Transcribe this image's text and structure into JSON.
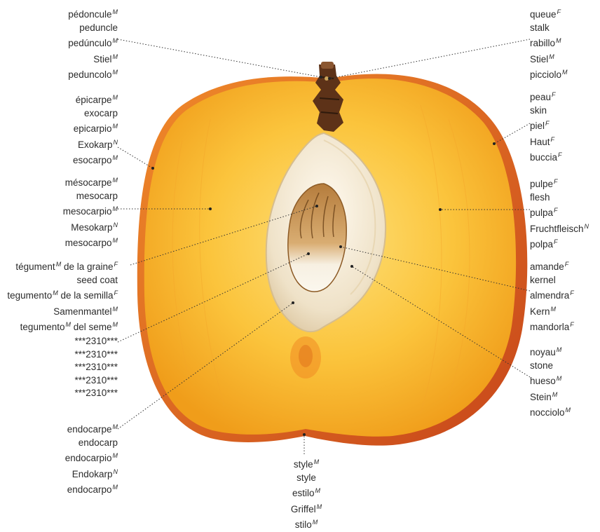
{
  "labels": [
    {
      "id": "peduncle",
      "side": "right",
      "terms": [
        {
          "w": "pédoncule",
          "g": "M"
        },
        {
          "w": "peduncle",
          "g": ""
        },
        {
          "w": "pedúnculo",
          "g": "M"
        },
        {
          "w": "Stiel",
          "g": "M"
        },
        {
          "w": "peduncolo",
          "g": "M"
        }
      ]
    },
    {
      "id": "exocarp",
      "side": "right",
      "terms": [
        {
          "w": "épicarpe",
          "g": "M"
        },
        {
          "w": "exocarp",
          "g": ""
        },
        {
          "w": "epicarpio",
          "g": "M"
        },
        {
          "w": "Exokarp",
          "g": "N"
        },
        {
          "w": "esocarpo",
          "g": "M"
        }
      ]
    },
    {
      "id": "mesocarp",
      "side": "right",
      "terms": [
        {
          "w": "mésocarpe",
          "g": "M"
        },
        {
          "w": "mesocarp",
          "g": ""
        },
        {
          "w": "mesocarpio",
          "g": "M"
        },
        {
          "w": "Mesokarp",
          "g": "N"
        },
        {
          "w": "mesocarpo",
          "g": "M"
        }
      ]
    },
    {
      "id": "seed-coat",
      "side": "right",
      "terms": [
        {
          "w": "tégument",
          "g": "M",
          "w2": " de la graine",
          "g2": "F"
        },
        {
          "w": "seed coat",
          "g": ""
        },
        {
          "w": "tegumento",
          "g": "M",
          "w2": " de la semilla",
          "g2": "F"
        },
        {
          "w": "Samenmantel",
          "g": "M"
        },
        {
          "w": "tegumento",
          "g": "M",
          "w2": " del seme",
          "g2": "M"
        }
      ]
    },
    {
      "id": "placeholder",
      "side": "right",
      "terms": [
        {
          "w": "***2310***",
          "g": ""
        },
        {
          "w": "***2310***",
          "g": ""
        },
        {
          "w": "***2310***",
          "g": ""
        },
        {
          "w": "***2310***",
          "g": ""
        },
        {
          "w": "***2310***",
          "g": ""
        }
      ]
    },
    {
      "id": "endocarp",
      "side": "right",
      "terms": [
        {
          "w": "endocarpe",
          "g": "M"
        },
        {
          "w": "endocarp",
          "g": ""
        },
        {
          "w": "endocarpio",
          "g": "M"
        },
        {
          "w": "Endokarp",
          "g": "N"
        },
        {
          "w": "endocarpo",
          "g": "M"
        }
      ]
    },
    {
      "id": "stalk",
      "side": "left",
      "terms": [
        {
          "w": "queue",
          "g": "F"
        },
        {
          "w": "stalk",
          "g": ""
        },
        {
          "w": "rabillo",
          "g": "M"
        },
        {
          "w": "Stiel",
          "g": "M"
        },
        {
          "w": "picciolo",
          "g": "M"
        }
      ]
    },
    {
      "id": "skin",
      "side": "left",
      "terms": [
        {
          "w": "peau",
          "g": "F"
        },
        {
          "w": "skin",
          "g": ""
        },
        {
          "w": "piel",
          "g": "F"
        },
        {
          "w": "Haut",
          "g": "F"
        },
        {
          "w": "buccia",
          "g": "F"
        }
      ]
    },
    {
      "id": "flesh",
      "side": "left",
      "terms": [
        {
          "w": "pulpe",
          "g": "F"
        },
        {
          "w": "flesh",
          "g": ""
        },
        {
          "w": "pulpa",
          "g": "F"
        },
        {
          "w": "Fruchtfleisch",
          "g": "N"
        },
        {
          "w": "polpa",
          "g": "F"
        }
      ]
    },
    {
      "id": "kernel",
      "side": "left",
      "terms": [
        {
          "w": "amande",
          "g": "F"
        },
        {
          "w": "kernel",
          "g": ""
        },
        {
          "w": "almendra",
          "g": "F"
        },
        {
          "w": "Kern",
          "g": "M"
        },
        {
          "w": "mandorla",
          "g": "F"
        }
      ]
    },
    {
      "id": "stone",
      "side": "left",
      "terms": [
        {
          "w": "noyau",
          "g": "M"
        },
        {
          "w": "stone",
          "g": ""
        },
        {
          "w": "hueso",
          "g": "M"
        },
        {
          "w": "Stein",
          "g": "M"
        },
        {
          "w": "nocciolo",
          "g": "M"
        }
      ]
    },
    {
      "id": "style",
      "side": "center",
      "terms": [
        {
          "w": "style",
          "g": "M"
        },
        {
          "w": "style",
          "g": ""
        },
        {
          "w": "estilo",
          "g": "M"
        },
        {
          "w": "Griffel",
          "g": "M"
        },
        {
          "w": "stilo",
          "g": "M"
        }
      ]
    }
  ],
  "colors": {
    "flesh": "#f6b21e",
    "flesh_light": "#fcd55a",
    "skin": "#e06c1a",
    "stone": "#f3ebdc",
    "kernel": "#c9995e",
    "stalk": "#6b3a1f",
    "leader": "#333333"
  }
}
